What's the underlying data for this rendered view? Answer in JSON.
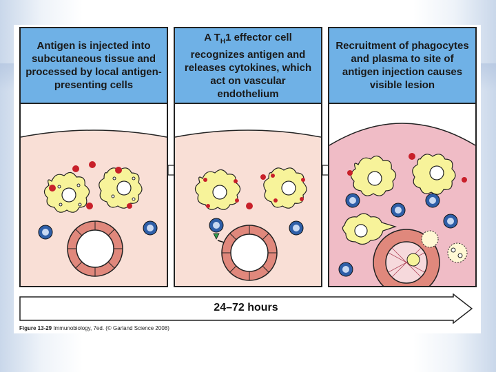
{
  "panels": [
    {
      "caption": "Antigen is injected into subcutaneous tissue and processed by local antigen-presenting cells"
    },
    {
      "caption_pre": "A T",
      "caption_sub": "H",
      "caption_post": "1 effector cell recognizes antigen and releases cytokines, which act on vascular endothelium"
    },
    {
      "caption": "Recruitment of phagocytes and plasma to site of antigen injection causes visible lesion"
    }
  ],
  "timeline": {
    "label": "24–72 hours"
  },
  "credit": {
    "figure": "Figure 13-29",
    "text": "Immunobiology, 7ed. (© Garland Science 2008)"
  },
  "colors": {
    "caption_bg": "#6fb1e6",
    "tissue": "#f9dfd6",
    "lesion": "#f0bcc6",
    "macrophage": "#f7f39a",
    "antigen": "#c8202a",
    "lymphocyte": "#2f5fa8",
    "vessel": "#e0887c"
  }
}
